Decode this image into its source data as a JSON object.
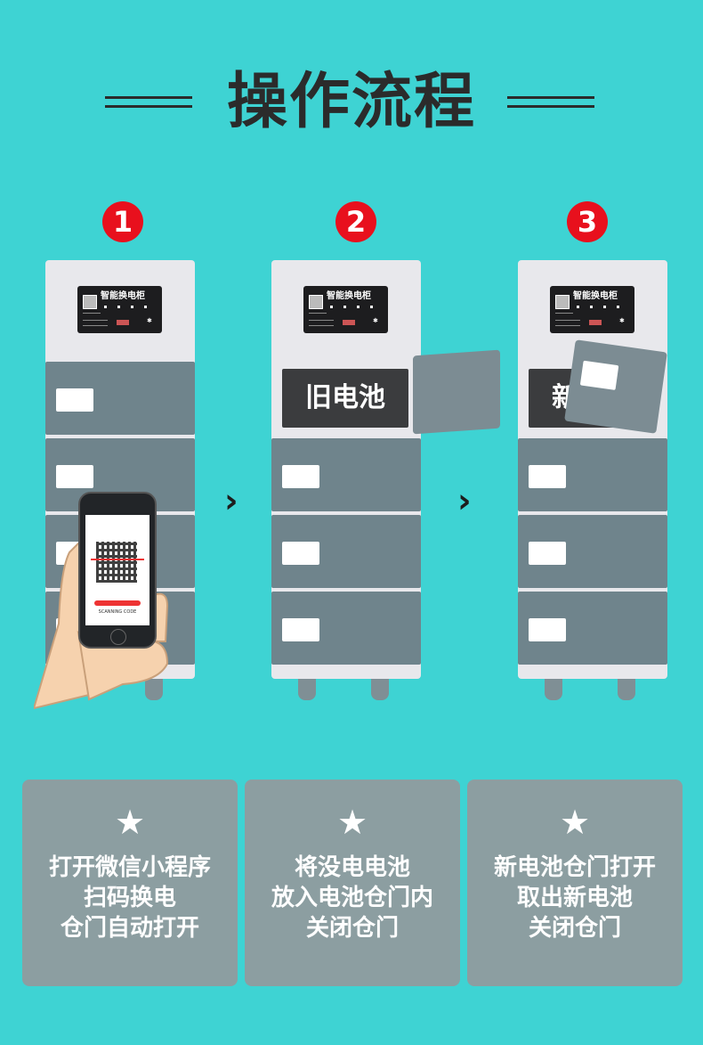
{
  "title": "操作流程",
  "steps": [
    {
      "number": "1"
    },
    {
      "number": "2"
    },
    {
      "number": "3"
    }
  ],
  "cabinet": {
    "screen_title": "智能换电柜"
  },
  "step2": {
    "old_battery_label": "旧电池"
  },
  "step3": {
    "new_battery_label": "新"
  },
  "phone": {
    "caption": "SCANNING CODE"
  },
  "separators": {
    "arrow": "›"
  },
  "cards": [
    {
      "star": "★",
      "lines": [
        "打开微信小程序",
        "扫码换电",
        "仓门自动打开"
      ]
    },
    {
      "star": "★",
      "lines": [
        "将没电电池",
        "放入电池仓门内",
        "关闭仓门"
      ]
    },
    {
      "star": "★",
      "lines": [
        "新电池仓门打开",
        "取出新电池",
        "关闭仓门"
      ]
    }
  ],
  "colors": {
    "background": "#3ed3d3",
    "step_badge": "#e8101d",
    "drawer": "#6f848c",
    "card": "#8c9ea1",
    "title": "#2b2b2b"
  }
}
